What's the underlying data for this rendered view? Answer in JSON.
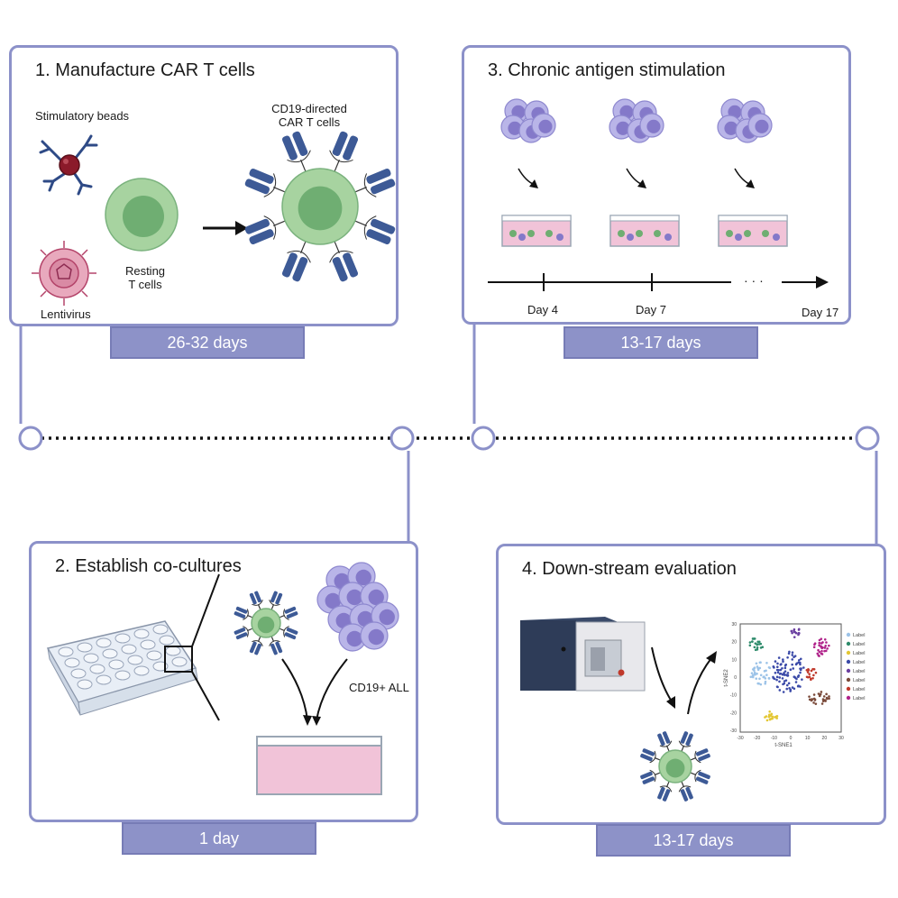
{
  "panel1": {
    "title": "1. Manufacture CAR T cells",
    "stim_beads": "Stimulatory beads",
    "resting_line1": "Resting",
    "resting_line2": "T cells",
    "lentivirus": "Lentivirus",
    "car_line1": "CD19-directed",
    "car_line2": "CAR T cells",
    "duration": "26-32 days"
  },
  "panel3": {
    "title": "3. Chronic antigen stimulation",
    "day_a": "Day 4",
    "day_b": "Day 7",
    "day_c": "Day 17",
    "ellipsis": "· · ·",
    "duration": "13-17 days"
  },
  "panel2": {
    "title": "2. Establish co-cultures",
    "tumor_label": "CD19+ ALL",
    "duration": "1 day"
  },
  "panel4": {
    "title": "4. Down-stream evaluation",
    "xlabel": "t-SNE1",
    "ylabel": "t-SNE2",
    "xticks": [
      "-30",
      "-20",
      "-10",
      "0",
      "10",
      "20",
      "30"
    ],
    "yticks": [
      "30",
      "20",
      "10",
      "0",
      "-10",
      "-20",
      "-30"
    ],
    "legend": [
      "Label",
      "Label",
      "Label",
      "Label",
      "Label",
      "Label",
      "Label",
      "Label"
    ],
    "legend_colors": [
      "#9cc3e8",
      "#2e8b6b",
      "#e3c733",
      "#3b4aa8",
      "#6a3fa0",
      "#7a4a3a",
      "#c0392b",
      "#b0238a"
    ],
    "duration": "13-17 days"
  },
  "colors": {
    "frame": "#8c91c9",
    "badge": "#8d92c8",
    "tcell": "#a7d3a0",
    "tcell_nucleus": "#6fae72",
    "tumor": "#b9b5e8",
    "tumor_nucleus": "#8479c9",
    "car": "#3d5a96",
    "media": "#f1c3d8"
  }
}
